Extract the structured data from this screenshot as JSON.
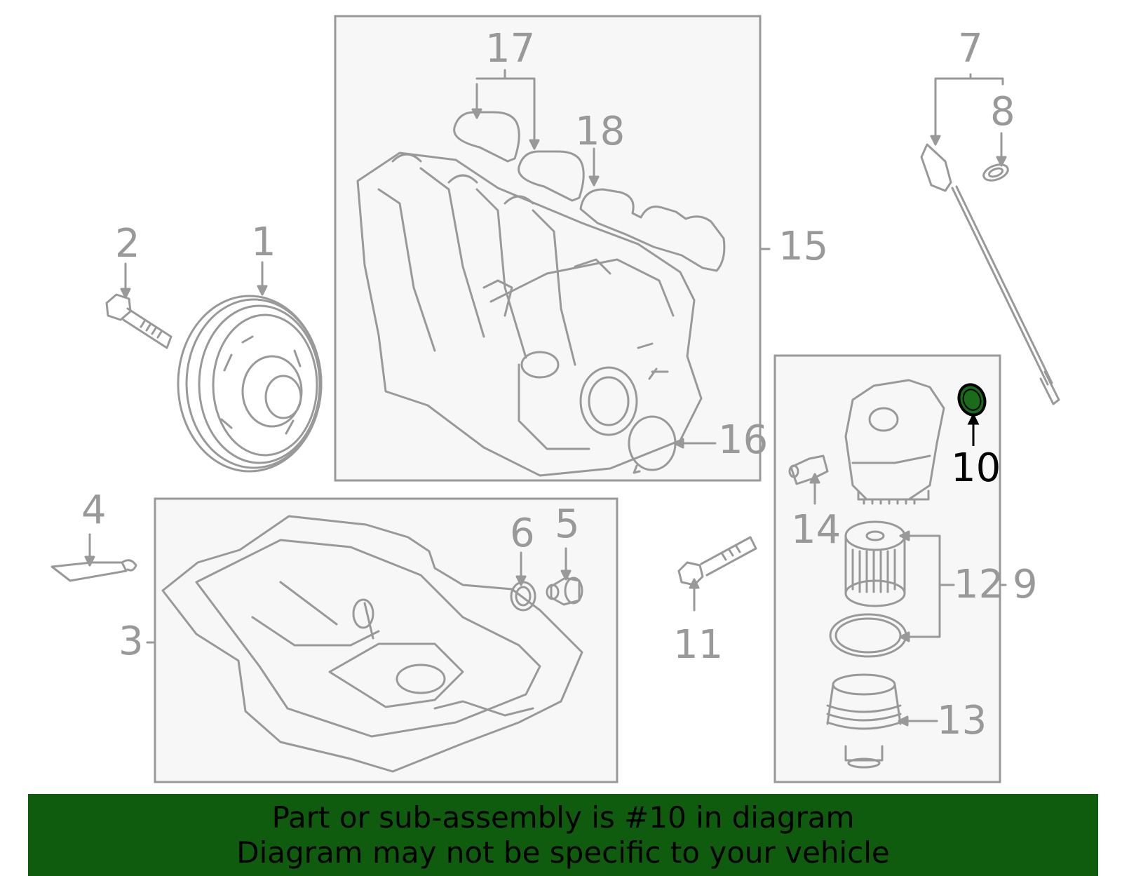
{
  "callouts": {
    "c1": "1",
    "c2": "2",
    "c3": "3",
    "c4": "4",
    "c5": "5",
    "c6": "6",
    "c7": "7",
    "c8": "8",
    "c9": "9",
    "c10": "10",
    "c11": "11",
    "c12": "12",
    "c13": "13",
    "c14": "14",
    "c15": "15",
    "c16": "16",
    "c17": "17",
    "c18": "18"
  },
  "highlighted_part": "10",
  "banner": {
    "line1": "Part or sub-assembly is #10 in diagram",
    "line2": "Diagram may not be specific to your vehicle"
  },
  "colors": {
    "line": "#999999",
    "panel_fill": "#f7f7f7",
    "highlight": "#1a6b1a",
    "banner_bg": "#0f5c0f",
    "banner_text": "#000000"
  }
}
